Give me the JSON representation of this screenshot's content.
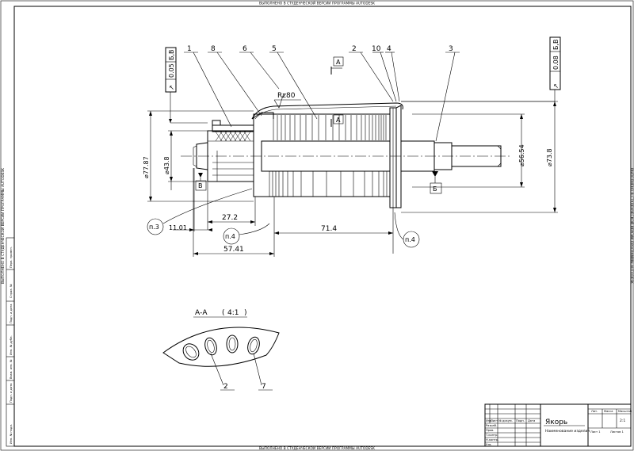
{
  "watermark": "ВЫПОЛНЕНО В СТУДЕНЧЕСКОЙ ВЕРСИИ ПРОГРАММЫ AUTODESK",
  "callouts": [
    "1",
    "8",
    "6",
    "5",
    "2",
    "10",
    "4",
    "3"
  ],
  "section_marker": "A",
  "datum_b": "Б",
  "datum_v": "В",
  "tolerance_left": {
    "symbol": "↗",
    "value": "0.05",
    "datums": "Б,В"
  },
  "tolerance_right": {
    "symbol": "↗",
    "value": "0.08",
    "datums": "Б,В"
  },
  "roughness": "Rz80",
  "dims": {
    "d_77_87": "⌀77.87",
    "d_43_8": "⌀43.8",
    "d_56_54": "⌀56.54",
    "d_73_8": "⌀73.8",
    "l_27_2": "27.2",
    "l_11_01": "11.01",
    "l_71_4": "71.4",
    "l_57_41": "57.41"
  },
  "notes": {
    "n3": "п.3",
    "n4a": "п.4",
    "n4b": "п.4"
  },
  "section_title": "А-А",
  "section_scale": "4:1",
  "section_callouts": [
    "2",
    "7"
  ],
  "title_block": {
    "name": "Якорь",
    "subtitle": "Наименование изделия",
    "scale": "2:1",
    "sheet": "Лист 1",
    "sheets": "Листов 1",
    "hdr_lit": "Лит.",
    "hdr_mass": "Масса",
    "hdr_scale": "Масштаб",
    "rows": [
      "Изм.",
      "Лист",
      "№ докум.",
      "Подп.",
      "Дата",
      "Разраб.",
      "Пров.",
      "Т.контр.",
      "Н.контр.",
      "Утв."
    ]
  },
  "side_stamps": [
    "Инв. № подл.",
    "Подп. и дата",
    "Взам. инв. №",
    "Инв. № дубл.",
    "Подп. и дата",
    "Справ. №",
    "Перв. примен."
  ]
}
